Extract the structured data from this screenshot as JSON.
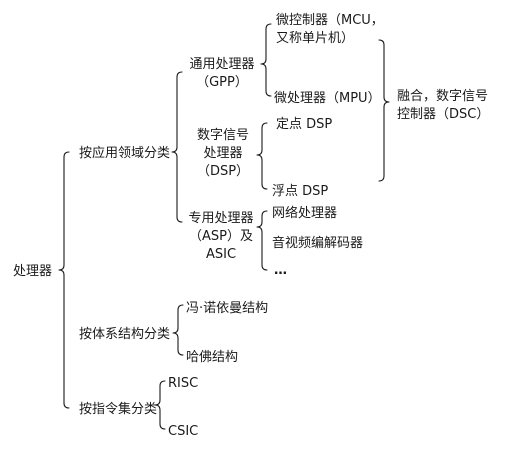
{
  "root": "处理器",
  "categories": {
    "by_application": "按应用领域分类",
    "by_architecture": "按体系结构分类",
    "by_instruction_set": "按指令集分类"
  },
  "application": {
    "gpp": [
      "通用处理器",
      "（GPP）"
    ],
    "dsp": [
      "数字信号",
      "处理器",
      "（DSP）"
    ],
    "asp": [
      "专用处理器",
      "（ASP）及",
      "ASIC"
    ]
  },
  "gpp_children": {
    "mcu": [
      "微控制器（MCU，",
      "又称单片机）"
    ],
    "mpu": "微处理器（MPU）"
  },
  "dsp_children": {
    "fixed": "定点 DSP",
    "float": "浮点 DSP"
  },
  "asp_children": {
    "network": "网络处理器",
    "av_codec": "音视频编解码器",
    "more": "…"
  },
  "fusion": [
    "融合，数字信号",
    "控制器（DSC）"
  ],
  "architecture": {
    "von_neumann": "冯·诺依曼结构",
    "harvard": "哈佛结构"
  },
  "instruction_set": {
    "risc": "RISC",
    "csic": "CSIC"
  }
}
